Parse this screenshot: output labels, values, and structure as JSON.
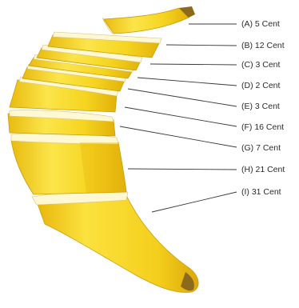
{
  "diagram": {
    "labels": [
      {
        "id": "A",
        "text": "(A) 5 Cent"
      },
      {
        "id": "B",
        "text": "(B) 12 Cent"
      },
      {
        "id": "C",
        "text": "(C) 3 Cent"
      },
      {
        "id": "D",
        "text": "(D) 2 Cent"
      },
      {
        "id": "E",
        "text": "(E) 3 Cent"
      },
      {
        "id": "F",
        "text": "(F) 16 Cent"
      },
      {
        "id": "G",
        "text": "(G) 7 Cent"
      },
      {
        "id": "H",
        "text": "(H) 21 Cent"
      },
      {
        "id": "I",
        "text": "(I) 31 Cent"
      }
    ],
    "colors": {
      "peel": "#f5d928",
      "peel_dark": "#d9b30c",
      "flesh": "#fff8d2",
      "tip": "#8c6a1c",
      "leader": "#3a3a3a"
    }
  }
}
